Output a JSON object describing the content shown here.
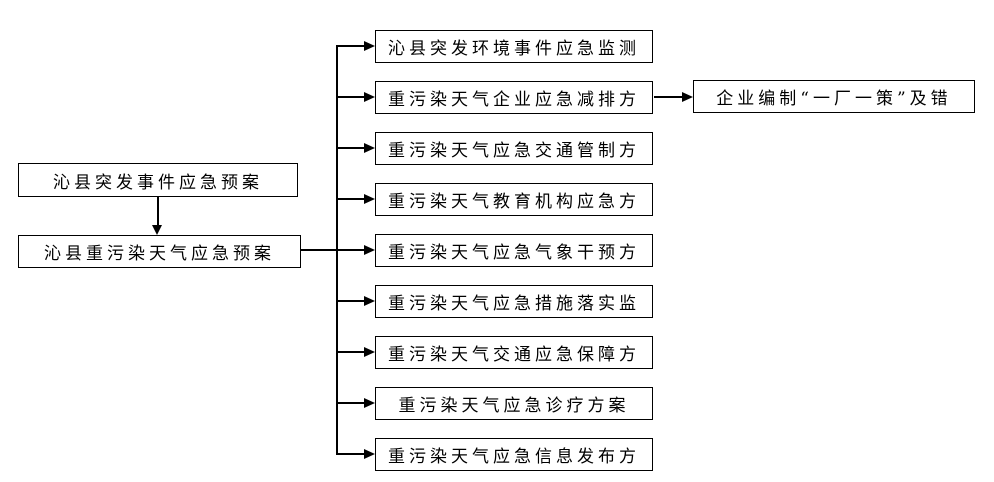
{
  "canvas": {
    "background": "#ffffff",
    "line_color": "#000000"
  },
  "left_column": {
    "nodes": [
      {
        "label": "沁县突发事件应急预案"
      },
      {
        "label": "沁县重污染天气应急预案"
      }
    ]
  },
  "middle_column": {
    "nodes": [
      {
        "label": "沁县突发环境事件应急监测"
      },
      {
        "label": "重污染天气企业应急减排方"
      },
      {
        "label": "重污染天气应急交通管制方"
      },
      {
        "label": "重污染天气教育机构应急方"
      },
      {
        "label": "重污染天气应急气象干预方"
      },
      {
        "label": "重污染天气应急措施落实监"
      },
      {
        "label": "重污染天气交通应急保障方"
      },
      {
        "label": "重污染天气应急诊疗方案"
      },
      {
        "label": "重污染天气应急信息发布方"
      }
    ]
  },
  "right_column": {
    "nodes": [
      {
        "label": "企业编制“一厂一策”及错"
      }
    ]
  }
}
